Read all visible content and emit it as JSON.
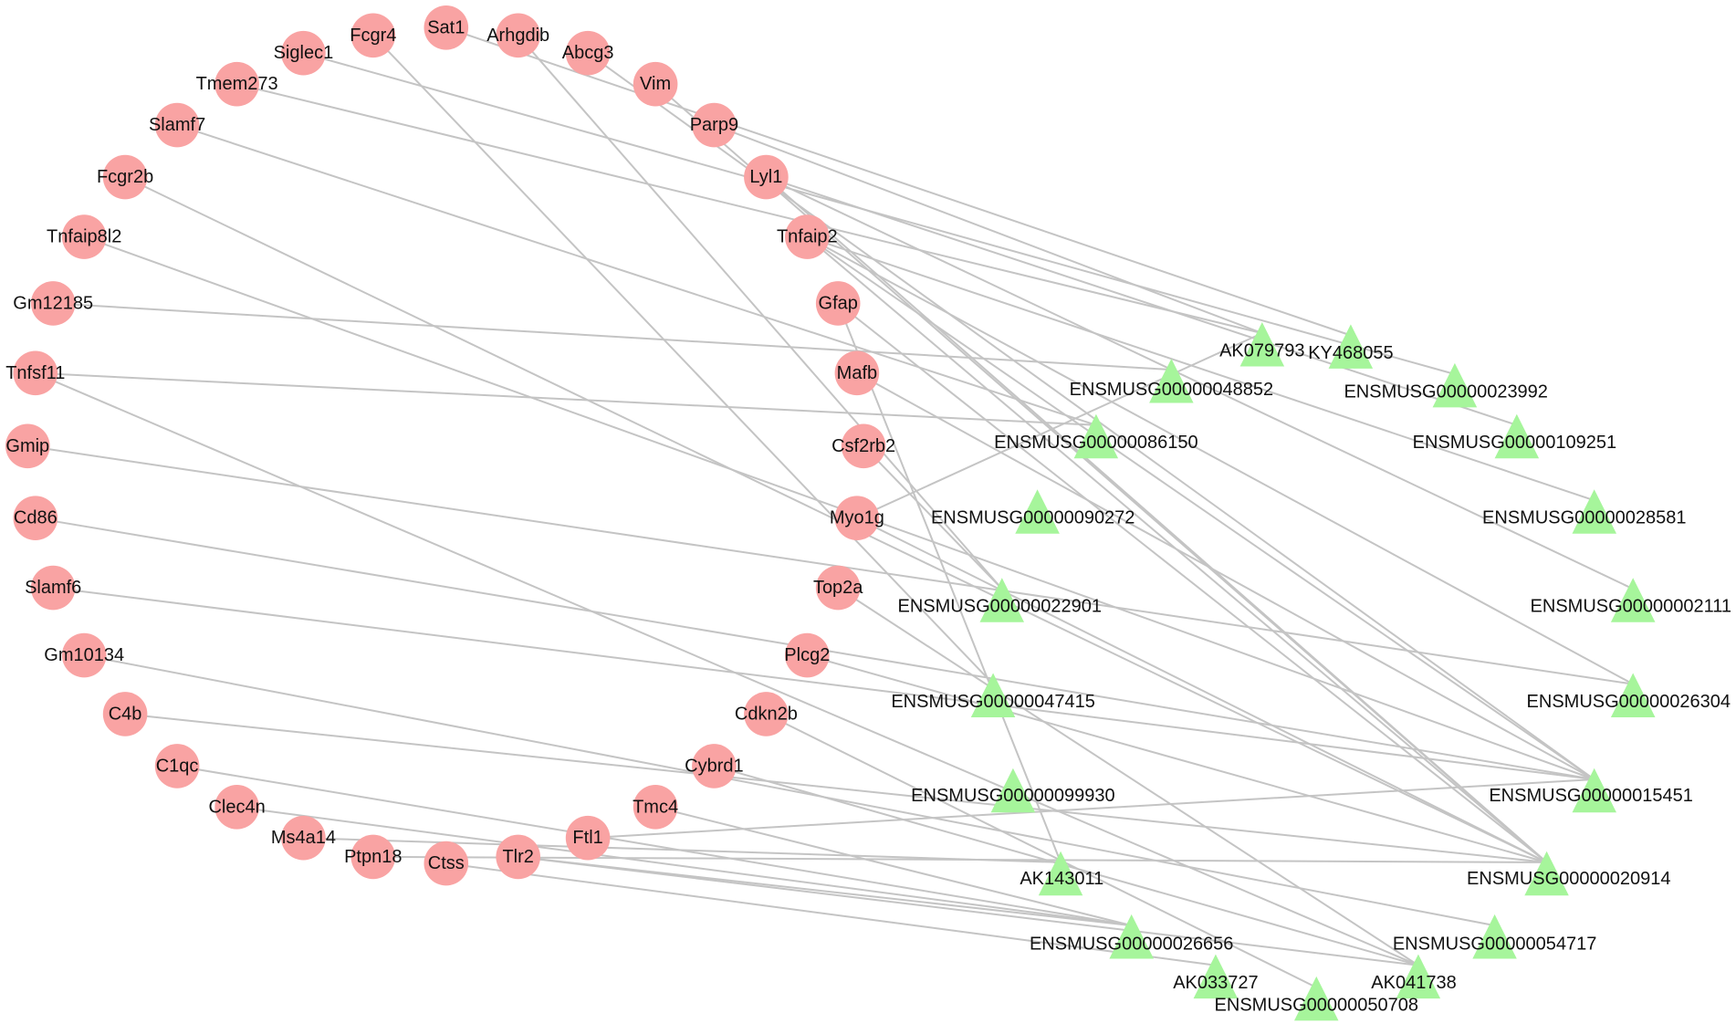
{
  "legend_colors": {
    "mRNA": "#f9a3a3",
    "lncRNA": "#a6f59b"
  },
  "mrna_nodes": [
    {
      "id": "Sat1",
      "label": "Sat1"
    },
    {
      "id": "Fcgr4",
      "label": "Fcgr4"
    },
    {
      "id": "Arhgdib",
      "label": "Arhgdib"
    },
    {
      "id": "Siglec1",
      "label": "Siglec1"
    },
    {
      "id": "Abcg3",
      "label": "Abcg3"
    },
    {
      "id": "Tmem273",
      "label": "Tmem273"
    },
    {
      "id": "Vim",
      "label": "Vim"
    },
    {
      "id": "Slamf7",
      "label": "Slamf7"
    },
    {
      "id": "Parp9",
      "label": "Parp9"
    },
    {
      "id": "Fcgr2b",
      "label": "Fcgr2b"
    },
    {
      "id": "Lyl1",
      "label": "Lyl1"
    },
    {
      "id": "Tnfaip8l2",
      "label": "Tnfaip8l2"
    },
    {
      "id": "Tnfaip2",
      "label": "Tnfaip2"
    },
    {
      "id": "Gm12185",
      "label": "Gm12185"
    },
    {
      "id": "Gfap",
      "label": "Gfap"
    },
    {
      "id": "Tnfsf11",
      "label": "Tnfsf11"
    },
    {
      "id": "Mafb",
      "label": "Mafb"
    },
    {
      "id": "Gmip",
      "label": "Gmip"
    },
    {
      "id": "Csf2rb2",
      "label": "Csf2rb2"
    },
    {
      "id": "Cd86",
      "label": "Cd86"
    },
    {
      "id": "Myo1g",
      "label": "Myo1g"
    },
    {
      "id": "Slamf6",
      "label": "Slamf6"
    },
    {
      "id": "Top2a",
      "label": "Top2a"
    },
    {
      "id": "Gm10134",
      "label": "Gm10134"
    },
    {
      "id": "Plcg2",
      "label": "Plcg2"
    },
    {
      "id": "C4b",
      "label": "C4b"
    },
    {
      "id": "Cdkn2b",
      "label": "Cdkn2b"
    },
    {
      "id": "C1qc",
      "label": "C1qc"
    },
    {
      "id": "Cybrd1",
      "label": "Cybrd1"
    },
    {
      "id": "Clec4n",
      "label": "Clec4n"
    },
    {
      "id": "Tmc4",
      "label": "Tmc4"
    },
    {
      "id": "Ms4a14",
      "label": "Ms4a14"
    },
    {
      "id": "Ftl1",
      "label": "Ftl1"
    },
    {
      "id": "Ptpn18",
      "label": "Ptpn18"
    },
    {
      "id": "Tlr2",
      "label": "Tlr2"
    },
    {
      "id": "Ctss",
      "label": "Ctss"
    }
  ],
  "lncrna_nodes": [
    {
      "id": "AK079793",
      "label": "AK079793"
    },
    {
      "id": "KY468055",
      "label": "KY468055"
    },
    {
      "id": "G48852",
      "label": "ENSMUSG00000048852"
    },
    {
      "id": "G23992",
      "label": "ENSMUSG00000023992"
    },
    {
      "id": "G86150",
      "label": "ENSMUSG00000086150"
    },
    {
      "id": "G109251",
      "label": "ENSMUSG00000109251"
    },
    {
      "id": "G90272",
      "label": "ENSMUSG00000090272"
    },
    {
      "id": "G28581",
      "label": "ENSMUSG00000028581"
    },
    {
      "id": "G22901",
      "label": "ENSMUSG00000022901"
    },
    {
      "id": "G2111",
      "label": "ENSMUSG00000002111"
    },
    {
      "id": "G47415",
      "label": "ENSMUSG00000047415"
    },
    {
      "id": "G26304",
      "label": "ENSMUSG00000026304"
    },
    {
      "id": "G99930",
      "label": "ENSMUSG00000099930"
    },
    {
      "id": "G15451",
      "label": "ENSMUSG00000015451"
    },
    {
      "id": "AK143011",
      "label": "AK143011"
    },
    {
      "id": "G20914",
      "label": "ENSMUSG00000020914"
    },
    {
      "id": "G26656",
      "label": "ENSMUSG00000026656"
    },
    {
      "id": "G54717",
      "label": "ENSMUSG00000054717"
    },
    {
      "id": "AK033727",
      "label": "AK033727"
    },
    {
      "id": "AK041738",
      "label": "AK041738"
    },
    {
      "id": "G50708",
      "label": "ENSMUSG00000050708"
    }
  ],
  "edges": [
    [
      "Sat1",
      "KY468055"
    ],
    [
      "Fcgr4",
      "G47415"
    ],
    [
      "Arhgdib",
      "G22901"
    ],
    [
      "Siglec1",
      "G23992"
    ],
    [
      "Abcg3",
      "G15451"
    ],
    [
      "Tmem273",
      "AK079793"
    ],
    [
      "Vim",
      "G20914"
    ],
    [
      "Slamf7",
      "G86150"
    ],
    [
      "Parp9",
      "AK079793"
    ],
    [
      "Fcgr2b",
      "G20914"
    ],
    [
      "Lyl1",
      "G109251"
    ],
    [
      "Lyl1",
      "G2111"
    ],
    [
      "Lyl1",
      "G20914"
    ],
    [
      "Tnfaip8l2",
      "G15451"
    ],
    [
      "Tnfaip2",
      "G28581"
    ],
    [
      "Tnfaip2",
      "G26304"
    ],
    [
      "Tnfaip2",
      "G15451"
    ],
    [
      "Tnfaip2",
      "G20914"
    ],
    [
      "Gm12185",
      "G48852"
    ],
    [
      "Gfap",
      "G20914"
    ],
    [
      "Gfap",
      "AK143011"
    ],
    [
      "Tnfsf11",
      "G86150"
    ],
    [
      "Tnfsf11",
      "AK041738"
    ],
    [
      "Mafb",
      "G15451"
    ],
    [
      "Gmip",
      "G26304"
    ],
    [
      "Csf2rb2",
      "G22901"
    ],
    [
      "Cd86",
      "G15451"
    ],
    [
      "Myo1g",
      "AK079793"
    ],
    [
      "Myo1g",
      "G20914"
    ],
    [
      "Slamf6",
      "G15451"
    ],
    [
      "Top2a",
      "AK041738"
    ],
    [
      "Gm10134",
      "G54717"
    ],
    [
      "Plcg2",
      "G20914"
    ],
    [
      "C4b",
      "G20914"
    ],
    [
      "Cdkn2b",
      "G50708"
    ],
    [
      "C1qc",
      "G26656"
    ],
    [
      "Cybrd1",
      "AK041738"
    ],
    [
      "Clec4n",
      "G26656"
    ],
    [
      "Tmc4",
      "G26656"
    ],
    [
      "Ms4a14",
      "AK143011"
    ],
    [
      "Ftl1",
      "G15451"
    ],
    [
      "Ptpn18",
      "G20914"
    ],
    [
      "Tlr2",
      "G26656"
    ],
    [
      "Tlr2",
      "AK041738"
    ],
    [
      "Ctss",
      "AK033727"
    ]
  ]
}
